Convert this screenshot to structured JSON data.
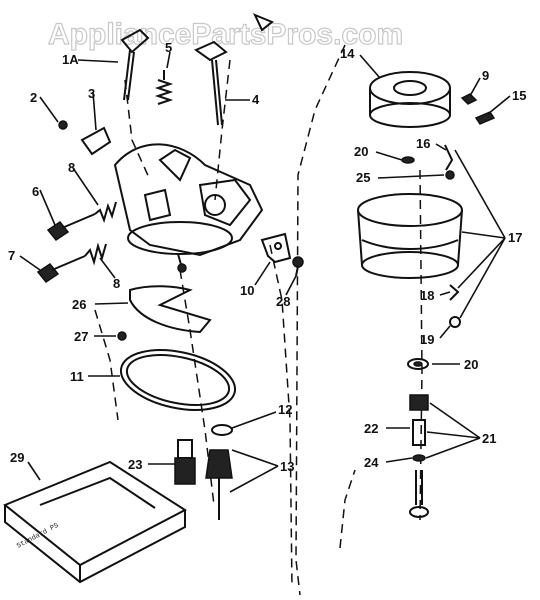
{
  "watermark": "AppliancePartsPros.com",
  "kit_label": "Standard PS",
  "callouts": [
    {
      "id": "c1A",
      "text": "1A"
    },
    {
      "id": "c5",
      "text": "5"
    },
    {
      "id": "c4",
      "text": "4"
    },
    {
      "id": "c2",
      "text": "2"
    },
    {
      "id": "c3",
      "text": "3"
    },
    {
      "id": "c6",
      "text": "6"
    },
    {
      "id": "c8a",
      "text": "8"
    },
    {
      "id": "c7",
      "text": "7"
    },
    {
      "id": "c8b",
      "text": "8"
    },
    {
      "id": "c10",
      "text": "10"
    },
    {
      "id": "c28",
      "text": "28"
    },
    {
      "id": "c26",
      "text": "26"
    },
    {
      "id": "c27",
      "text": "27"
    },
    {
      "id": "c11",
      "text": "11"
    },
    {
      "id": "c12",
      "text": "12"
    },
    {
      "id": "c23",
      "text": "23"
    },
    {
      "id": "c13",
      "text": "13"
    },
    {
      "id": "c29",
      "text": "29"
    },
    {
      "id": "c14",
      "text": "14"
    },
    {
      "id": "c9",
      "text": "9"
    },
    {
      "id": "c15",
      "text": "15"
    },
    {
      "id": "c16",
      "text": "16"
    },
    {
      "id": "c20a",
      "text": "20"
    },
    {
      "id": "c25",
      "text": "25"
    },
    {
      "id": "c17",
      "text": "17"
    },
    {
      "id": "c18",
      "text": "18"
    },
    {
      "id": "c19",
      "text": "19"
    },
    {
      "id": "c20b",
      "text": "20"
    },
    {
      "id": "c22",
      "text": "22"
    },
    {
      "id": "c21",
      "text": "21"
    },
    {
      "id": "c24",
      "text": "24"
    }
  ]
}
